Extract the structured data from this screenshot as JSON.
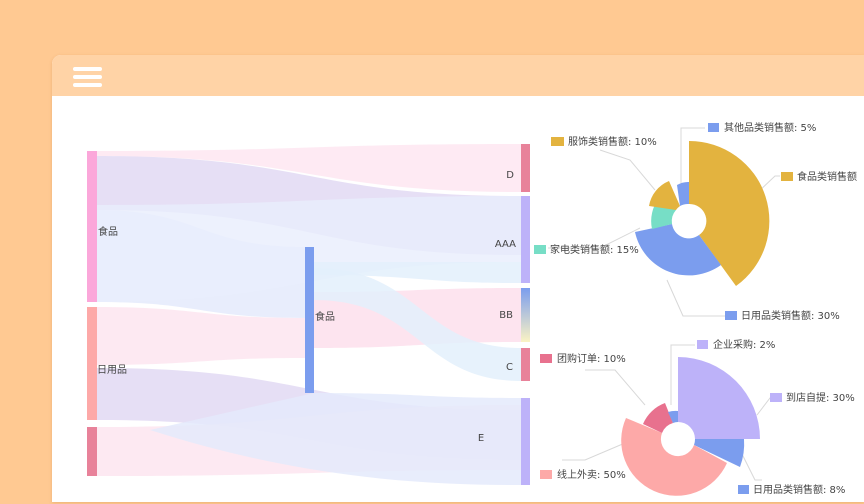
{
  "window": {
    "menu_icon": "hamburger-menu-icon",
    "colors": {
      "page_bg": "#FFC992",
      "titlebar_bg": "#FFD3A6",
      "card_bg": "#FFFFFF"
    }
  },
  "chart_data": [
    {
      "type": "sankey",
      "title": "",
      "nodes": [
        {
          "id": "food_src",
          "name": "食品",
          "column": 0,
          "color": "#FBA7DA"
        },
        {
          "id": "daily_src",
          "name": "日用品",
          "column": 0,
          "color": "#FDA9A8"
        },
        {
          "id": "unlabeled_src",
          "name": "",
          "column": 0,
          "color": "#E8829A"
        },
        {
          "id": "food_mid",
          "name": "食品",
          "column": 1,
          "color": "#7B9DEE"
        },
        {
          "id": "D",
          "name": "D",
          "column": 2,
          "color": "#E8829A"
        },
        {
          "id": "AAA",
          "name": "AAA",
          "column": 2,
          "color": "#BDB2F9"
        },
        {
          "id": "BB",
          "name": "BB",
          "column": 2,
          "color": "#7B9DEE",
          "gradient_to": "#FBF3C4"
        },
        {
          "id": "C",
          "name": "C",
          "column": 2,
          "color": "#E8829A"
        },
        {
          "id": "E",
          "name": "E",
          "column": 2,
          "color": "#BDB2F9"
        }
      ],
      "links": [
        {
          "source": "food_src",
          "target": "D",
          "value": 5
        },
        {
          "source": "food_src",
          "target": "AAA",
          "value": 9
        },
        {
          "source": "food_src",
          "target": "food_mid",
          "value": 16
        },
        {
          "source": "daily_src",
          "target": "food_mid",
          "value": 12
        },
        {
          "source": "daily_src",
          "target": "E",
          "value": 9
        },
        {
          "source": "unlabeled_src",
          "target": "D",
          "value": 1
        },
        {
          "source": "unlabeled_src",
          "target": "E",
          "value": 8
        },
        {
          "source": "food_mid",
          "target": "AAA",
          "value": 6
        },
        {
          "source": "food_mid",
          "target": "BB",
          "value": 10
        },
        {
          "source": "food_mid",
          "target": "C",
          "value": 6
        },
        {
          "source": "food_mid",
          "target": "E",
          "value": 6
        }
      ]
    },
    {
      "type": "pie",
      "subtype": "rose",
      "title": "",
      "slices": [
        {
          "label": "食品类销售额",
          "value": 40,
          "display": "食品类销售额",
          "color": "#E3B33F"
        },
        {
          "label": "日用品类销售额",
          "value": 30,
          "display": "日用品类销售额: 30%",
          "color": "#7B9DEE"
        },
        {
          "label": "家电类销售额",
          "value": 15,
          "display": "家电类销售额: 15%",
          "color": "#77DEC6"
        },
        {
          "label": "服饰类销售额",
          "value": 10,
          "display": "服饰类销售额: 10%",
          "color": "#E3B33F"
        },
        {
          "label": "其他品类销售额",
          "value": 5,
          "display": "其他品类销售额: 5%",
          "color": "#7B9DEE"
        }
      ]
    },
    {
      "type": "pie",
      "subtype": "rose",
      "title": "",
      "slices": [
        {
          "label": "到店自提",
          "value": 30,
          "display": "到店自提: 30%",
          "color": "#BDB2F9"
        },
        {
          "label": "日用品类销售额",
          "value": 8,
          "display": "日用品类销售额: 8%",
          "color": "#7B9DEE"
        },
        {
          "label": "线上外卖",
          "value": 50,
          "display": "线上外卖: 50%",
          "color": "#FDA9A8"
        },
        {
          "label": "团购订单",
          "value": 10,
          "display": "团购订单: 10%",
          "color": "#E8718E"
        },
        {
          "label": "企业采购",
          "value": 2,
          "display": "企业采购: 2%",
          "color": "#7B9DEE"
        }
      ]
    }
  ]
}
